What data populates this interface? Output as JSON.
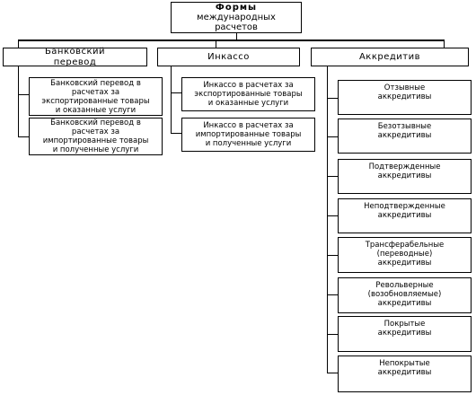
{
  "root": {
    "title_bold": "Формы",
    "title_rest": "международных\nрасчетов"
  },
  "branches": [
    {
      "label": "Банковский\nперевод",
      "items": [
        "Банковский перевод в\nрасчетах за\nэкспортированные товары\nи оказанные услуги",
        "Банковский перевод в\nрасчетах за\nимпортированные товары\nи полученные услуги"
      ]
    },
    {
      "label": "Инкассо",
      "items": [
        "Инкассо в расчетах за\nэкспортированные товары\nи оказанные услуги",
        "Инкассо в расчетах за\nимпортированные товары\nи полученные услуги"
      ]
    },
    {
      "label": "Аккредитив",
      "items": [
        "Отзывные\nаккредитивы",
        "Безотзывные\nаккредитивы",
        "Подтвержденные\nаккредитивы",
        "Неподтвержденные\nаккредитивы",
        "Трансферабельные\n(переводные)\nаккредитивы",
        "Револьверные\n(возобновляемые)\nаккредитивы",
        "Покрытые\nаккредитивы",
        "Непокрытые\nаккредитивы"
      ]
    }
  ]
}
